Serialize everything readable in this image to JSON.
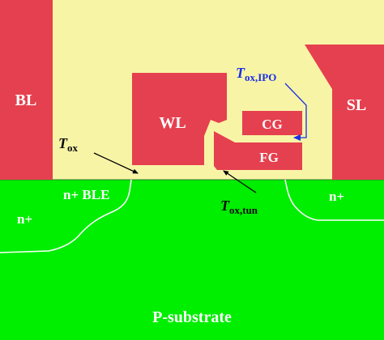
{
  "labels": {
    "bl": "BL",
    "sl": "SL",
    "wl": "WL",
    "cg": "CG",
    "fg": "FG",
    "n_ble": "n+ BLE",
    "n_plus_left": "n+",
    "n_plus_right": "n+",
    "substrate": "P-substrate",
    "tox_main": "T",
    "tox_sub": "ox",
    "tox_ipo_main": "T",
    "tox_ipo_italic": "ox",
    "tox_ipo_sub": ",IPO",
    "tox_tun_main": "T",
    "tox_tun_italic": "ox",
    "tox_tun_sub": ",tun"
  },
  "colors": {
    "oxide": "#f8f4a6",
    "electrode": "#e5404f",
    "silicon": "#00ee00",
    "junction_line": "#ffffff",
    "arrow_black": "#000000",
    "arrow_blue": "#1a2ee6"
  }
}
